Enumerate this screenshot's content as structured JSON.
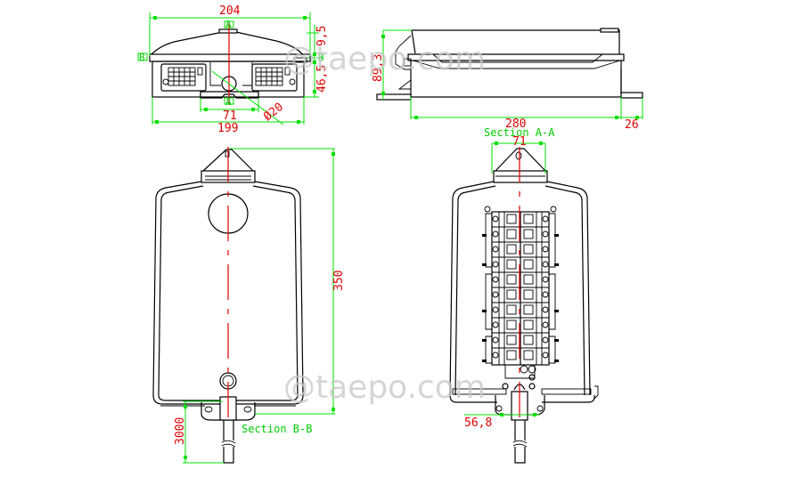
{
  "watermark": "@taepo.com",
  "colors": {
    "outline": "#000000",
    "dimension_line": "#00e000",
    "dimension_text": "#e00000",
    "centerline": "#e00000",
    "label_text": "#00cc00",
    "watermark": "#c8c8c8"
  },
  "views": {
    "top_view": {
      "dims": {
        "overall_width": "204",
        "base_width": "199",
        "inlet_spacing": "71",
        "hole_diameter": "Ø20",
        "lid_height": "9,5",
        "body_height": "46,5"
      },
      "section_markers": {
        "a_top": "A",
        "a_bottom": "A",
        "b_left": "B",
        "b_right": "B"
      }
    },
    "side_view": {
      "dims": {
        "height": "89,3",
        "length": "280",
        "flange": "26"
      }
    },
    "section_b_b": {
      "label": "Section B-B",
      "dims": {
        "height": "350",
        "cable_length": "3000"
      }
    },
    "section_a_a": {
      "label": "Section A-A",
      "dims": {
        "hanger_width": "71",
        "mount_spacing": "56,8"
      },
      "module_rows": 10,
      "module_columns": 2
    }
  }
}
